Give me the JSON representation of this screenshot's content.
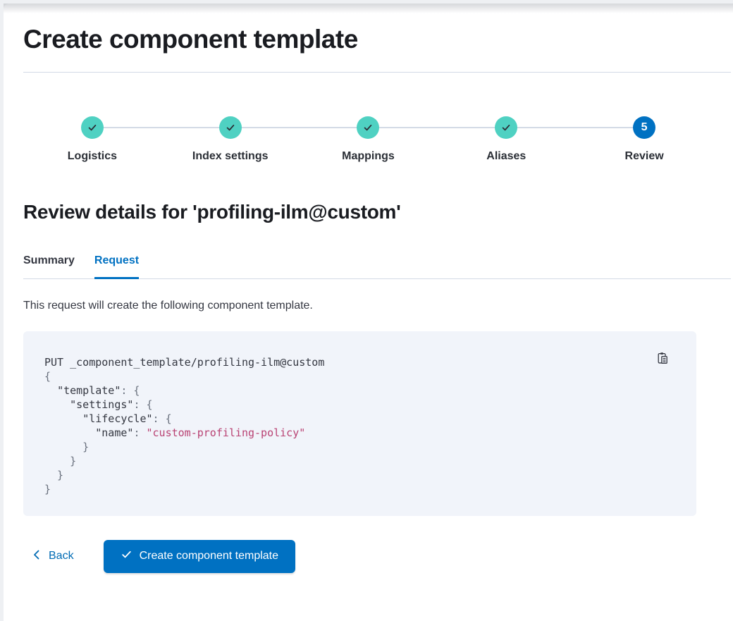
{
  "page": {
    "title": "Create component template"
  },
  "steps": {
    "items": [
      {
        "label": "Logistics",
        "status": "complete"
      },
      {
        "label": "Index settings",
        "status": "complete"
      },
      {
        "label": "Mappings",
        "status": "complete"
      },
      {
        "label": "Aliases",
        "status": "complete"
      },
      {
        "label": "Review",
        "status": "current",
        "number": "5"
      }
    ]
  },
  "review": {
    "heading": "Review details for 'profiling-ilm@custom'",
    "tabs": [
      {
        "label": "Summary",
        "active": false
      },
      {
        "label": "Request",
        "active": true
      }
    ],
    "description": "This request will create the following component template."
  },
  "code_block": {
    "lines": [
      [
        {
          "k": "plain",
          "t": "PUT _component_template/profiling-ilm@custom"
        }
      ],
      [
        {
          "k": "punct",
          "t": "{"
        }
      ],
      [
        {
          "k": "plain",
          "t": "  "
        },
        {
          "k": "key",
          "t": "\"template\""
        },
        {
          "k": "punct",
          "t": ": {"
        }
      ],
      [
        {
          "k": "plain",
          "t": "    "
        },
        {
          "k": "key",
          "t": "\"settings\""
        },
        {
          "k": "punct",
          "t": ": {"
        }
      ],
      [
        {
          "k": "plain",
          "t": "      "
        },
        {
          "k": "key",
          "t": "\"lifecycle\""
        },
        {
          "k": "punct",
          "t": ": {"
        }
      ],
      [
        {
          "k": "plain",
          "t": "        "
        },
        {
          "k": "key",
          "t": "\"name\""
        },
        {
          "k": "punct",
          "t": ": "
        },
        {
          "k": "string",
          "t": "\"custom-profiling-policy\""
        }
      ],
      [
        {
          "k": "punct",
          "t": "      }"
        }
      ],
      [
        {
          "k": "punct",
          "t": "    }"
        }
      ],
      [
        {
          "k": "punct",
          "t": "  }"
        }
      ],
      [
        {
          "k": "punct",
          "t": "}"
        }
      ]
    ]
  },
  "footer": {
    "back_label": "Back",
    "create_label": "Create component template"
  },
  "icons": {
    "step_complete": "check-icon",
    "copy": "copy-clipboard-icon",
    "back": "chevron-left-icon",
    "create": "check-icon"
  },
  "colors": {
    "primary_blue": "#0071c2",
    "link_blue": "#006bb4",
    "complete_teal": "#4fd1c2",
    "divider_gray": "#d3dae6",
    "code_background": "#f1f4fa",
    "code_string_pink": "#b94273",
    "code_punct_gray": "#69707d",
    "text_dark": "#343741",
    "heading_dark": "#1a1c21"
  }
}
